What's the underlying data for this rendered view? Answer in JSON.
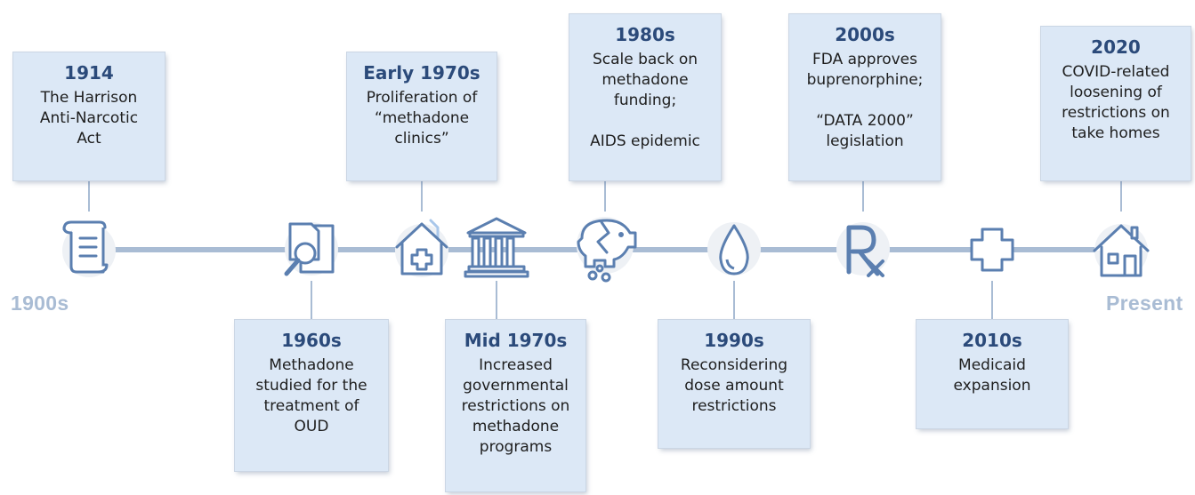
{
  "timeline": {
    "start_label": "1900s",
    "end_label": "Present",
    "events": [
      {
        "year": "1914",
        "description": "The Harrison\nAnti-Narcotic\nAct",
        "icon": "scroll-icon",
        "position": "above"
      },
      {
        "year": "1960s",
        "description": "Methadone\nstudied for the\ntreatment of\nOUD",
        "icon": "document-search-icon",
        "position": "below"
      },
      {
        "year": "Early 1970s",
        "description": "Proliferation of\n“methadone\nclinics”",
        "icon": "clinic-house-icon",
        "position": "above"
      },
      {
        "year": "Mid 1970s",
        "description": "Increased\ngovernmental\nrestrictions on\nmethadone\nprograms",
        "icon": "government-building-icon",
        "position": "below"
      },
      {
        "year": "1980s",
        "description": "Scale back on\nmethadone\nfunding;\n\nAIDS epidemic",
        "icon": "broken-piggy-bank-icon",
        "position": "above"
      },
      {
        "year": "1990s",
        "description": "Reconsidering\ndose amount\nrestrictions",
        "icon": "droplet-icon",
        "position": "below"
      },
      {
        "year": "2000s",
        "description": "FDA approves\nbuprenorphine;\n\n“DATA 2000”\nlegislation",
        "icon": "rx-icon",
        "position": "above"
      },
      {
        "year": "2010s",
        "description": "Medicaid\nexpansion",
        "icon": "medical-cross-icon",
        "position": "below"
      },
      {
        "year": "2020",
        "description": "COVID-related\nloosening of\nrestrictions on\ntake homes",
        "icon": "home-icon",
        "position": "above"
      }
    ]
  },
  "colors": {
    "line": "#a9bcd4",
    "icon": "#5b7fb0",
    "box_fill": "#dce8f6",
    "year_text": "#2b4a7a"
  }
}
